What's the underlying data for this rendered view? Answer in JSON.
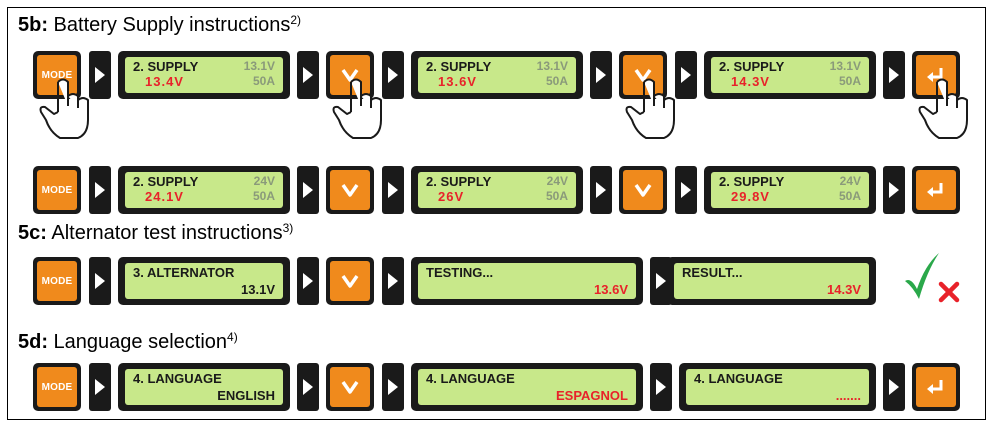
{
  "sections": {
    "b": {
      "id": "5b:",
      "title": " Battery Supply instructions",
      "note": "2)"
    },
    "c": {
      "id": "5c:",
      "title": " Alternator test instructions",
      "note": "3)"
    },
    "d": {
      "id": "5d:",
      "title": " Language selection",
      "note": "4)"
    }
  },
  "buttons": {
    "mode": "MODE"
  },
  "supply12": [
    {
      "line1": "2. SUPPLY",
      "line2": "13.4V",
      "nominal": "13.1V",
      "current": "50A"
    },
    {
      "line1": "2. SUPPLY",
      "line2": "13.6V",
      "nominal": "13.1V",
      "current": "50A"
    },
    {
      "line1": "2. SUPPLY",
      "line2": "14.3V",
      "nominal": "13.1V",
      "current": "50A"
    }
  ],
  "supply24": [
    {
      "line1": "2. SUPPLY",
      "line2": "24.1V",
      "nominal": "24V",
      "current": "50A"
    },
    {
      "line1": "2. SUPPLY",
      "line2": "26V",
      "nominal": "24V",
      "current": "50A"
    },
    {
      "line1": "2. SUPPLY",
      "line2": "29.8V",
      "nominal": "24V",
      "current": "50A"
    }
  ],
  "alternator": [
    {
      "line1": "3. ALTERNATOR",
      "value": "13.1V"
    },
    {
      "line1": "TESTING...",
      "value": "13.6V"
    },
    {
      "line1": "RESULT...",
      "value": "14.3V"
    }
  ],
  "language": [
    {
      "line1": "4. LANGUAGE",
      "value": "ENGLISH"
    },
    {
      "line1": "4. LANGUAGE",
      "value": "ESPAGNOL"
    },
    {
      "line1": "4. LANGUAGE",
      "value": "......."
    }
  ],
  "icons": [
    "mode-button",
    "down-arrow-icon",
    "enter-icon",
    "pointing-hand-icon",
    "check-icon",
    "cross-icon",
    "triangle-right-icon"
  ],
  "colors": {
    "button": "#f08a1c",
    "lcd": "#c8e88a",
    "frame": "#1a1a1a",
    "value_red": "#e8222a",
    "value_grey": "#8a9a7a",
    "check": "#2aa84a",
    "cross": "#e8222a"
  }
}
